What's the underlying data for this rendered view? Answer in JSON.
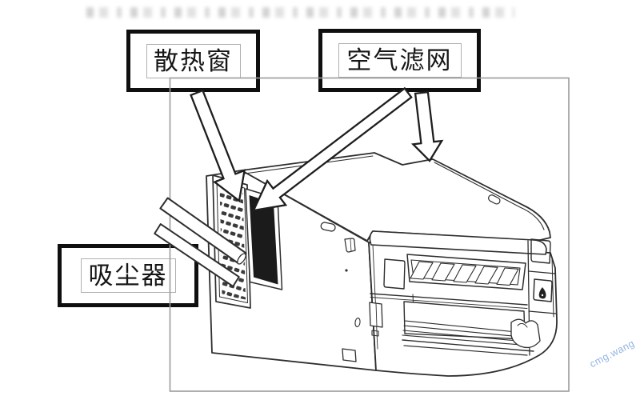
{
  "labels": {
    "heat_vent": "散热窗",
    "air_filter": "空气滤网",
    "vacuum": "吸尘器"
  },
  "watermark": "cmg.wang",
  "colors": {
    "background": "#ffffff",
    "frame": "#9b9b9b",
    "line_art": "#2e2e2e",
    "filter_dark": "#1b1b1b",
    "label_border": "#0f0f0f",
    "inner_box_border": "#b0b0b0",
    "watermark": "#87acdf"
  }
}
